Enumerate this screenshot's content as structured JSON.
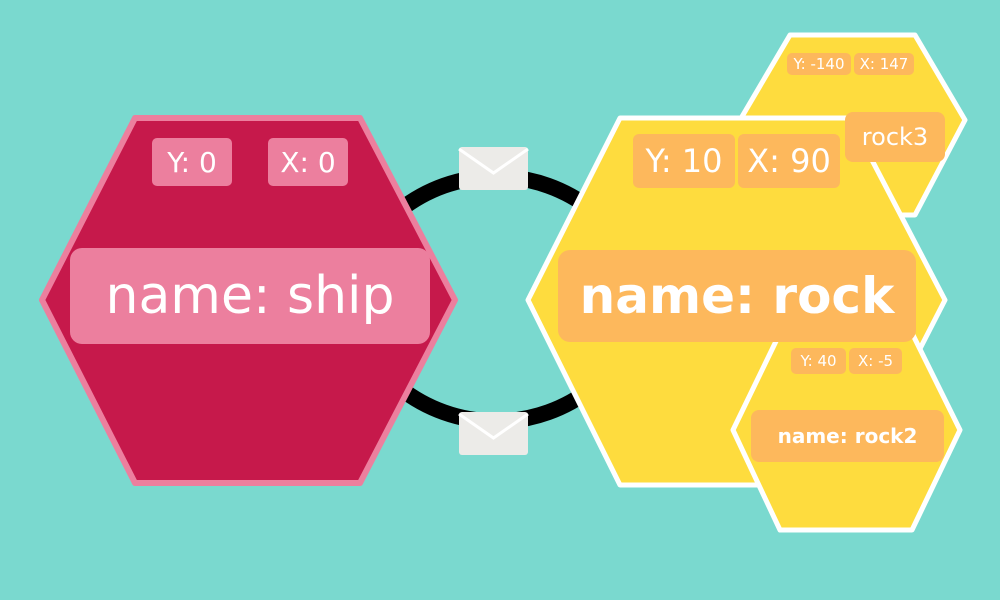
{
  "colors": {
    "background": "#7ad9cf",
    "ship_fill": "#c6194b",
    "ship_outline": "#ec7f9e",
    "ship_label_bg": "#ec7f9e",
    "rock_fill": "#fedc3e",
    "rock_outline": "#ffffff",
    "rock_label_bg": "#fdb85c",
    "connector": "#000000",
    "envelope": "#ecebe8"
  },
  "icons": {
    "message": "envelope-icon"
  },
  "nodes": {
    "ship": {
      "y": "Y: 0",
      "x": "X: 0",
      "name": "name: ship"
    },
    "rock": {
      "y": "Y: 10",
      "x": "X: 90",
      "name": "name: rock"
    },
    "rock2": {
      "y": "Y: 40",
      "x": "X: -5",
      "name": "name: rock2"
    },
    "rock3": {
      "y": "Y: -140",
      "x": "X: 147",
      "name": "rock3"
    }
  }
}
